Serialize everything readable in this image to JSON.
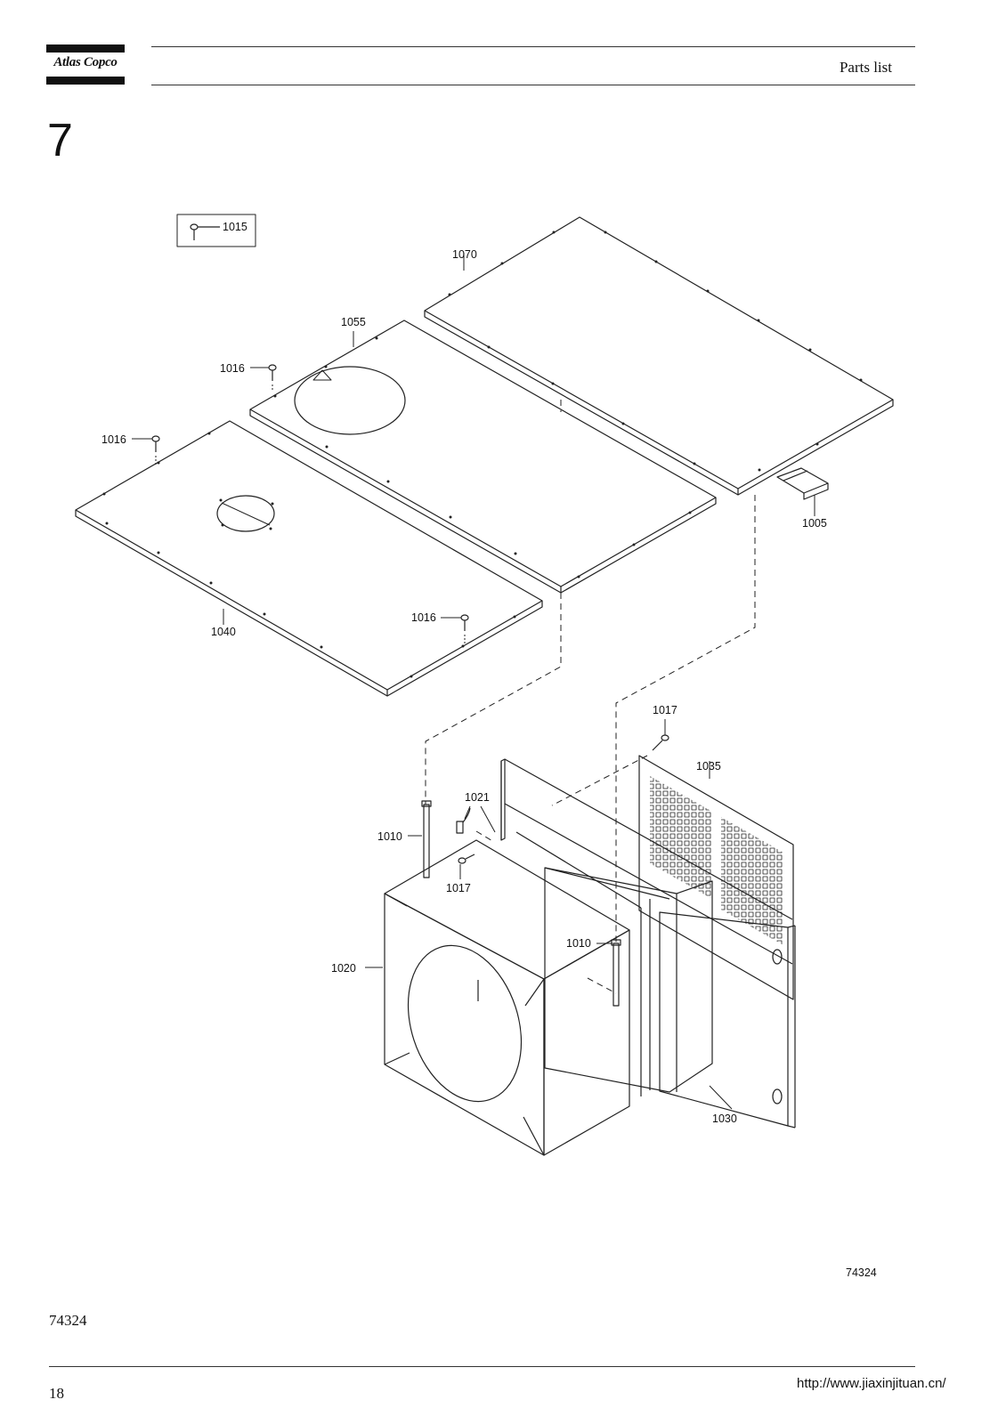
{
  "header": {
    "brand": "Atlas Copco",
    "section_title": "Parts list"
  },
  "section_number": "7",
  "drawing": {
    "kit_label": "1015",
    "callouts": {
      "c1070": "1070",
      "c1055": "1055",
      "c1016a": "1016",
      "c1016b": "1016",
      "c1016c": "1016",
      "c1040": "1040",
      "c1005": "1005",
      "c1017a": "1017",
      "c1035": "1035",
      "c1021": "1021",
      "c1010a": "1010",
      "c1017b": "1017",
      "c1010b": "1010",
      "c1020": "1020",
      "c1030": "1030"
    },
    "drawing_number": "74324"
  },
  "footer": {
    "document_number": "74324",
    "page_number": "18",
    "url": "http://www.jiaxinjituan.cn/"
  }
}
